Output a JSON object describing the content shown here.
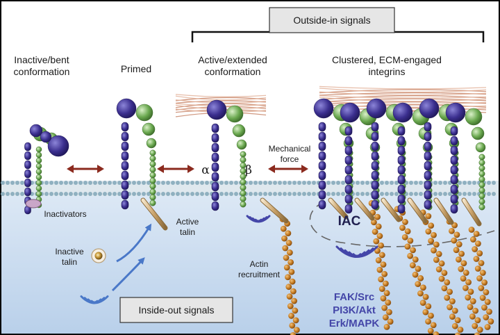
{
  "labels": {
    "outside_in": "Outside-in signals",
    "inside_out": "Inside-out signals",
    "inactive_bent_1": "Inactive/bent",
    "inactive_bent_2": "conformation",
    "primed": "Primed",
    "active_ext_1": "Active/extended",
    "active_ext_2": "conformation",
    "clustered_1": "Clustered, ECM-engaged",
    "clustered_2": "integrins",
    "alpha": "α",
    "beta": "β",
    "mechanical_1": "Mechanical",
    "mechanical_2": "force",
    "inactivators": "Inactivators",
    "active_talin_1": "Active",
    "active_talin_2": "talin",
    "inactive_talin_1": "Inactive",
    "inactive_talin_2": "talin",
    "actin_1": "Actin",
    "actin_2": "recruitment",
    "iac": "IAC",
    "pathway_1": "FAK/Src",
    "pathway_2": "PI3K/Akt",
    "pathway_3": "Erk/MAPK"
  },
  "colors": {
    "alpha_subunit": "#3b2f8f",
    "beta_subunit": "#6aa84f",
    "actin": "#b8741e",
    "talin": "#b08a55",
    "signal_blue": "#4446a8",
    "arrow_red": "#8b2a1e",
    "ecm": "#c8866a",
    "membrane": "#9fb8c6",
    "cytoplasm": "#c9dbee"
  },
  "icons": [
    "signal-wave-icon",
    "double-arrow-icon",
    "curved-arrow-icon",
    "talin-particle-icon"
  ]
}
